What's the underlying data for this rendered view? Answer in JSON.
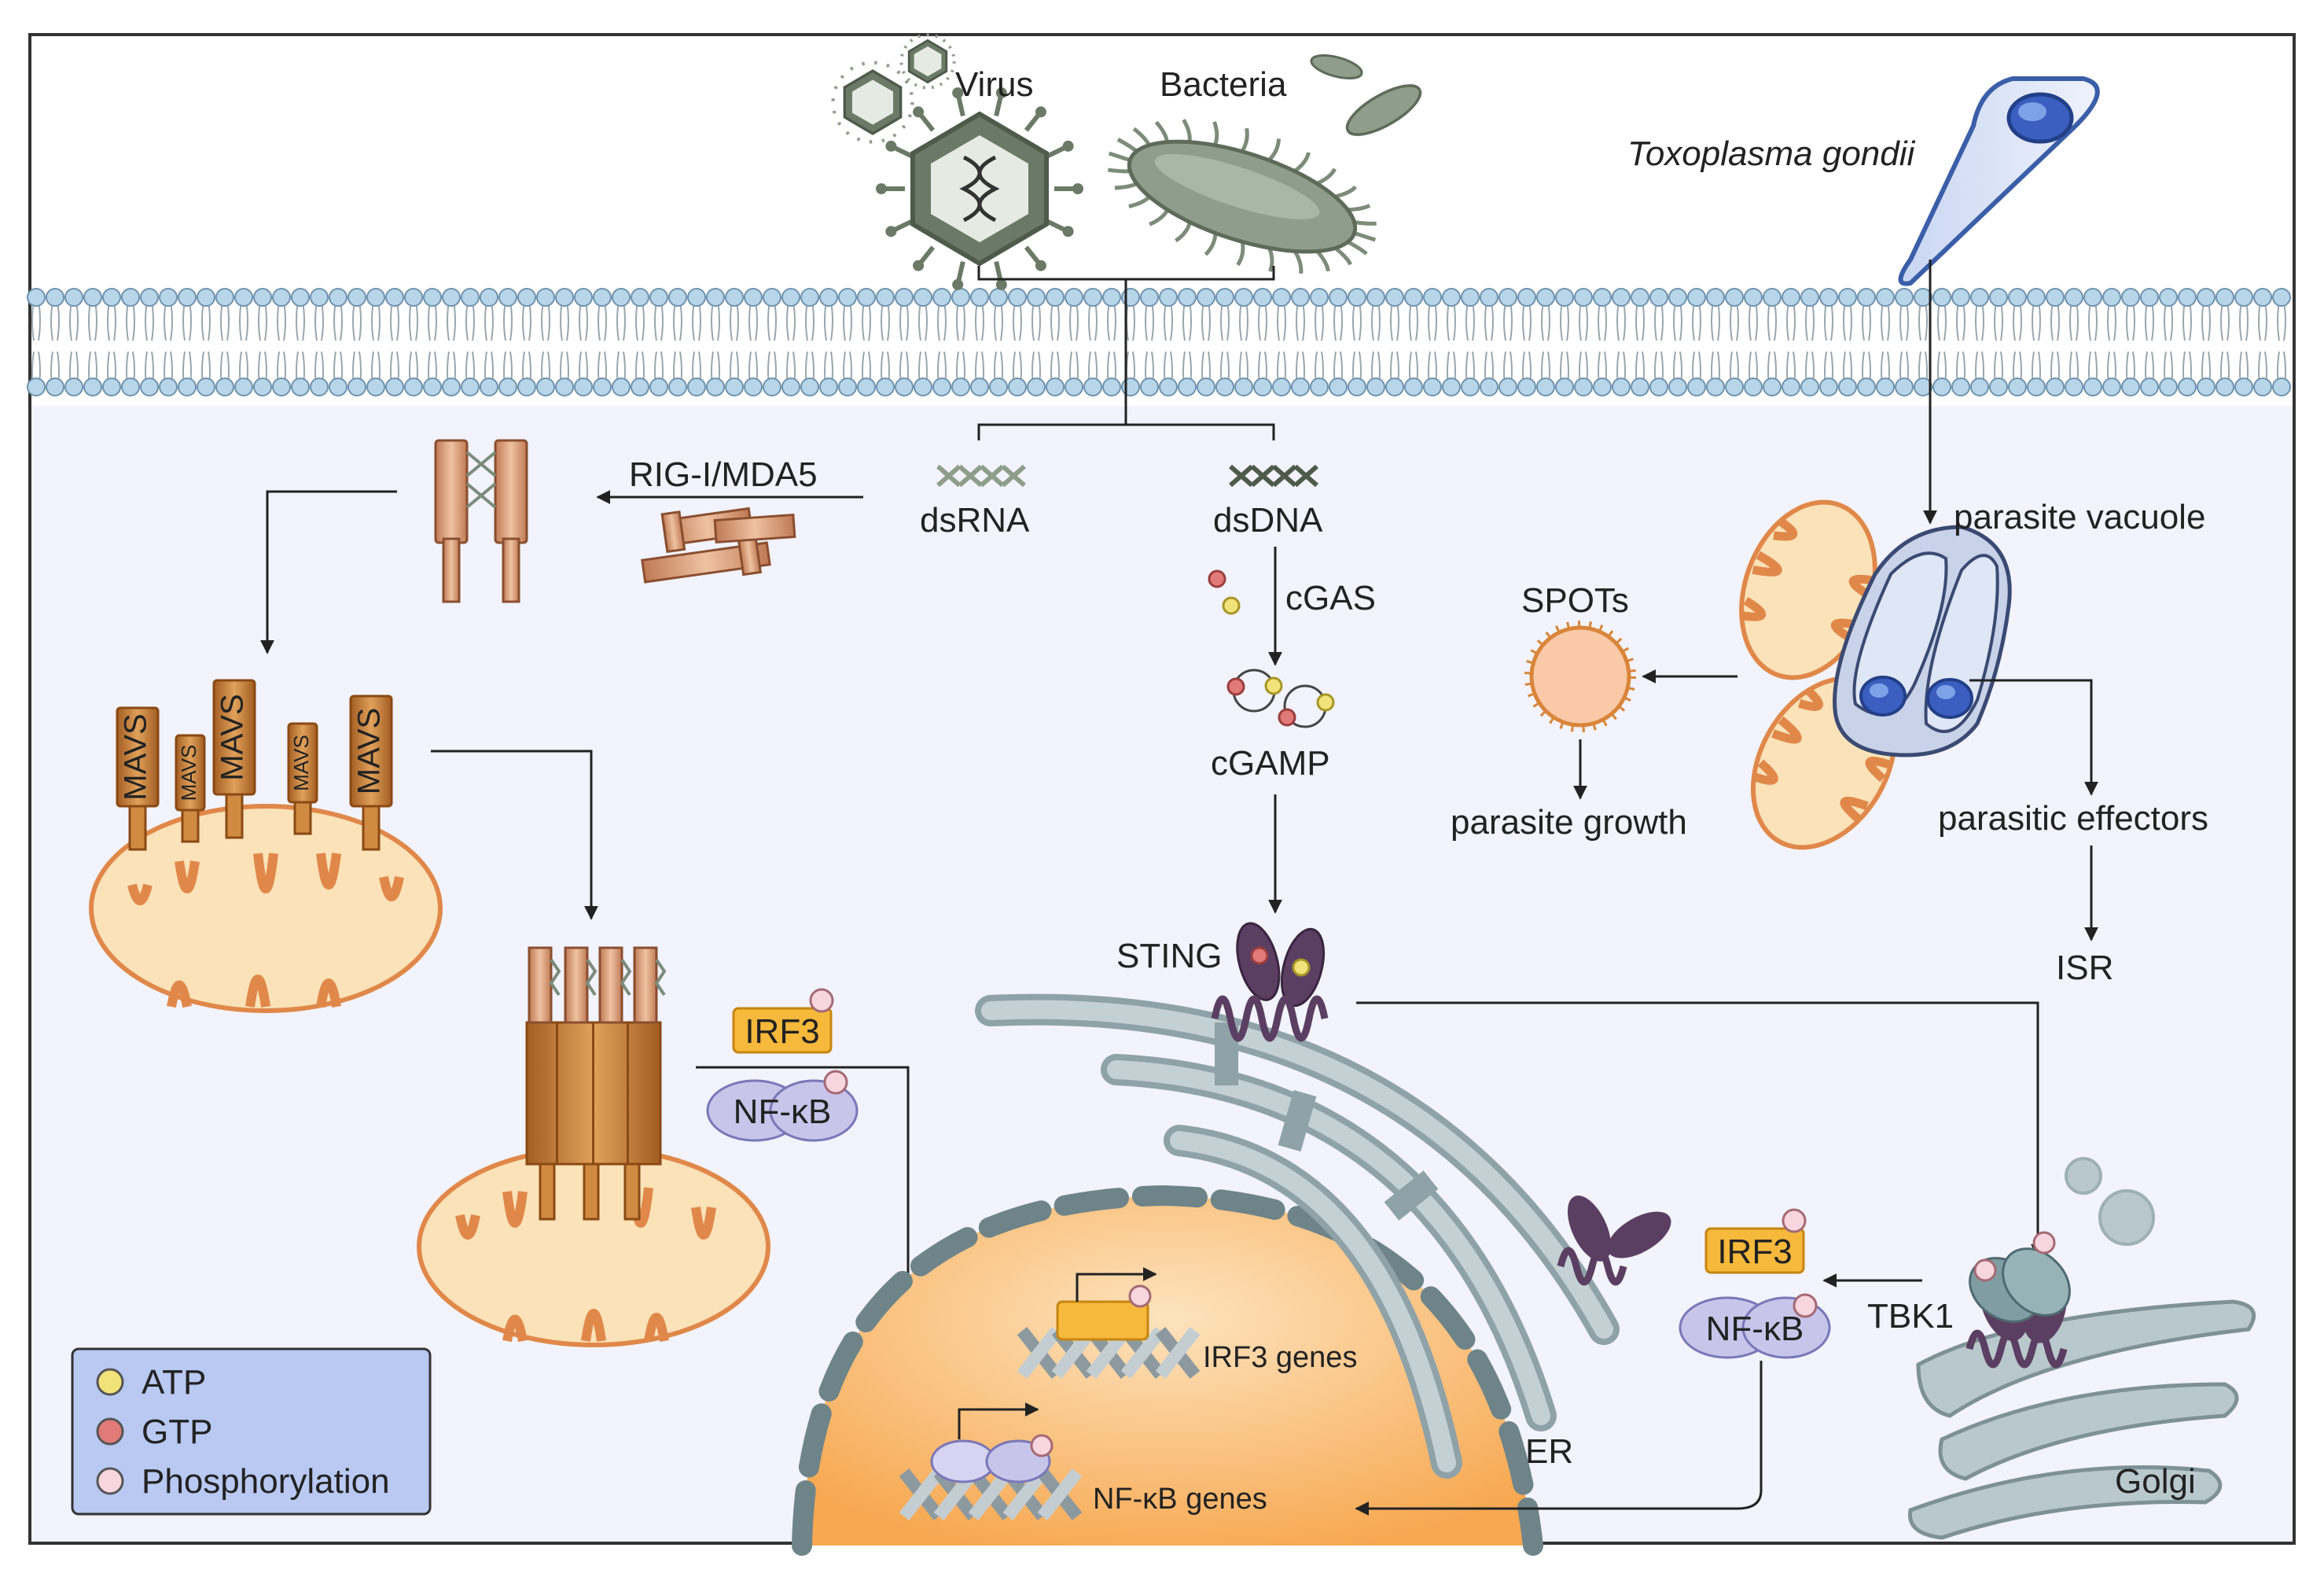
{
  "colors": {
    "cytoplasm": "#eef0fb",
    "membrane_bead": "#b8d6ea",
    "microbe": "#8e9e8a",
    "mavs": "#c9823a",
    "mito_fill": "#fbe2b8",
    "mito_edge": "#e0884a",
    "nucleus": "#f9b15e",
    "er": "#8fa2a8",
    "sting": "#5b3f62",
    "irf3": "#f6b93b",
    "nfkb": "#c7c5ea",
    "atp": "#f1e27a",
    "gtp": "#e27a7a",
    "phos": "#f8d6df",
    "legend_bg": "#b9c9f2"
  },
  "labels": {
    "virus": "Virus",
    "bacteria": "Bacteria",
    "toxoplasma": "Toxoplasma gondii",
    "rig": "RIG-I/MDA5",
    "dsrna": "dsRNA",
    "dsdna": "dsDNA",
    "cgas": "cGAS",
    "cgamp": "cGAMP",
    "spots": "SPOTs",
    "parasite_vacuole": "parasite vacuole",
    "parasite_growth": "parasite growth",
    "parasitic_effectors": "parasitic effectors",
    "isr": "ISR",
    "sting": "STING",
    "irf3": "IRF3",
    "nfkb": "NF-κB",
    "irf3_genes": "IRF3 genes",
    "nfkb_genes": "NF-κB genes",
    "er": "ER",
    "tbk1": "TBK1",
    "golgi": "Golgi",
    "mavs": "MAVS"
  },
  "legend": {
    "items": [
      {
        "label": "ATP",
        "icon": "atp-dot"
      },
      {
        "label": "GTP",
        "icon": "gtp-dot"
      },
      {
        "label": "Phosphorylation",
        "icon": "phosphorylation-dot"
      }
    ]
  }
}
